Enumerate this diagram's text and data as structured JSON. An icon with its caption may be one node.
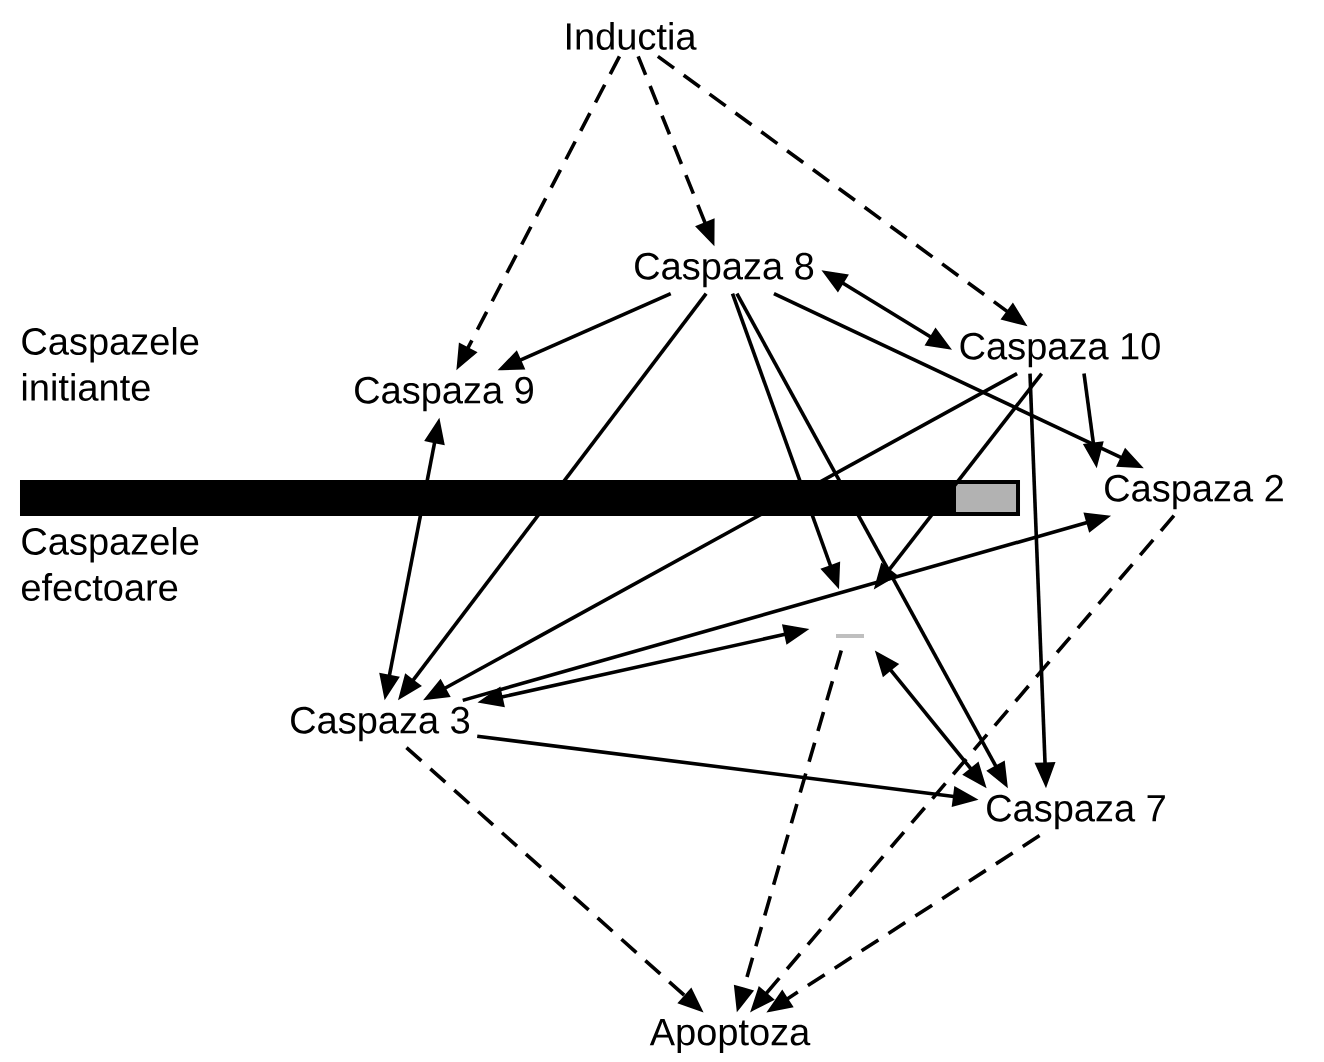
{
  "diagram": {
    "nodes": [
      {
        "text": [
          "Inductia"
        ]
      },
      {
        "text": [
          "Caspaza 8"
        ]
      },
      {
        "text": [
          "Caspaza 10"
        ]
      },
      {
        "text": [
          "Caspaza 9"
        ]
      },
      {
        "text": [
          "Caspaza 2"
        ]
      },
      {
        "text": [],
        "shape": "dash"
      },
      {
        "text": [
          "Caspaza 3"
        ]
      },
      {
        "text": [
          "Caspaza 7"
        ]
      },
      {
        "text": [
          "Apoptoza"
        ]
      }
    ],
    "edges": [
      {
        "from": 0,
        "to": 3,
        "arrow": "to",
        "style": "dashed"
      },
      {
        "from": 0,
        "to": 1,
        "arrow": "to",
        "style": "dashed"
      },
      {
        "from": 0,
        "to": 2,
        "arrow": "to",
        "style": "dashed"
      },
      {
        "from": 1,
        "to": 3,
        "arrow": "to"
      },
      {
        "from": 1,
        "to": 2,
        "arrow": "both"
      },
      {
        "from": 1,
        "to": 6,
        "arrow": "to"
      },
      {
        "from": 1,
        "to": 5,
        "arrow": "to"
      },
      {
        "from": 1,
        "to": 7,
        "arrow": "to"
      },
      {
        "from": 1,
        "to": 4,
        "arrow": "to"
      },
      {
        "from": 2,
        "to": 6,
        "arrow": "to"
      },
      {
        "from": 2,
        "to": 5,
        "arrow": "to"
      },
      {
        "from": 2,
        "to": 7,
        "arrow": "to"
      },
      {
        "from": 2,
        "to": 4,
        "arrow": "to"
      },
      {
        "from": 3,
        "to": 6,
        "arrow": "both"
      },
      {
        "from": 6,
        "to": 4,
        "arrow": "to"
      },
      {
        "from": 6,
        "to": 5,
        "arrow": "both"
      },
      {
        "from": 5,
        "to": 7,
        "arrow": "both"
      },
      {
        "from": 6,
        "to": 7,
        "arrow": "to"
      },
      {
        "from": 6,
        "to": 8,
        "arrow": "to",
        "style": "dashed"
      },
      {
        "from": 5,
        "to": 8,
        "arrow": "to",
        "style": "dashed"
      },
      {
        "from": 4,
        "to": 8,
        "arrow": "to",
        "style": "dashed"
      },
      {
        "from": 7,
        "to": 8,
        "arrow": "to",
        "style": "dashed"
      }
    ],
    "labels": [
      "Caspazele initiante",
      "Caspazele efectoare"
    ]
  }
}
